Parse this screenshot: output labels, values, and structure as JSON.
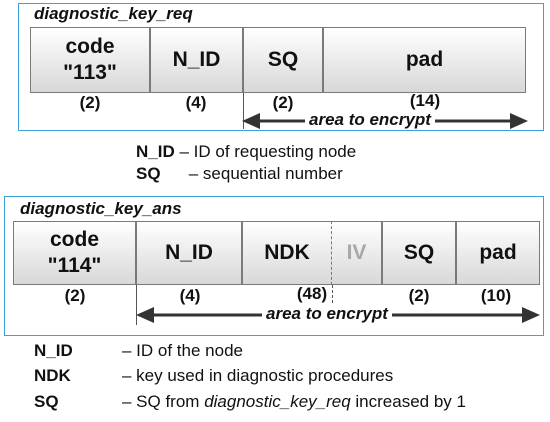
{
  "req": {
    "title": "diagnostic_key_req",
    "code_label": "code",
    "code_value": "\"113\"",
    "cells": [
      "N_ID",
      "SQ",
      "pad"
    ],
    "sizes": [
      "(2)",
      "(4)",
      "(2)",
      "(14)"
    ],
    "encrypt_label": "area to encrypt",
    "legend": [
      {
        "term": "N_ID",
        "desc": "– ID of requesting node"
      },
      {
        "term": "SQ",
        "desc": "– sequential number"
      }
    ]
  },
  "ans": {
    "title": "diagnostic_key_ans",
    "code_label": "code",
    "code_value": "\"114\"",
    "cells": [
      "N_ID",
      "NDK",
      "IV",
      "SQ",
      "pad"
    ],
    "sizes": [
      "(2)",
      "(4)",
      "(48)",
      "(2)",
      "(10)"
    ],
    "encrypt_label": "area to encrypt",
    "legend": [
      {
        "term": "N_ID",
        "desc": "– ID of the node"
      },
      {
        "term": "NDK",
        "desc": "– key used in diagnostic procedures"
      },
      {
        "term": "SQ",
        "desc": "– SQ from ",
        "desc_italic": "diagnostic_key_req",
        "desc_tail": " increased by 1"
      }
    ]
  },
  "colors": {
    "frame": "#3fa0d8",
    "iv_text": "#a8a8a8"
  }
}
